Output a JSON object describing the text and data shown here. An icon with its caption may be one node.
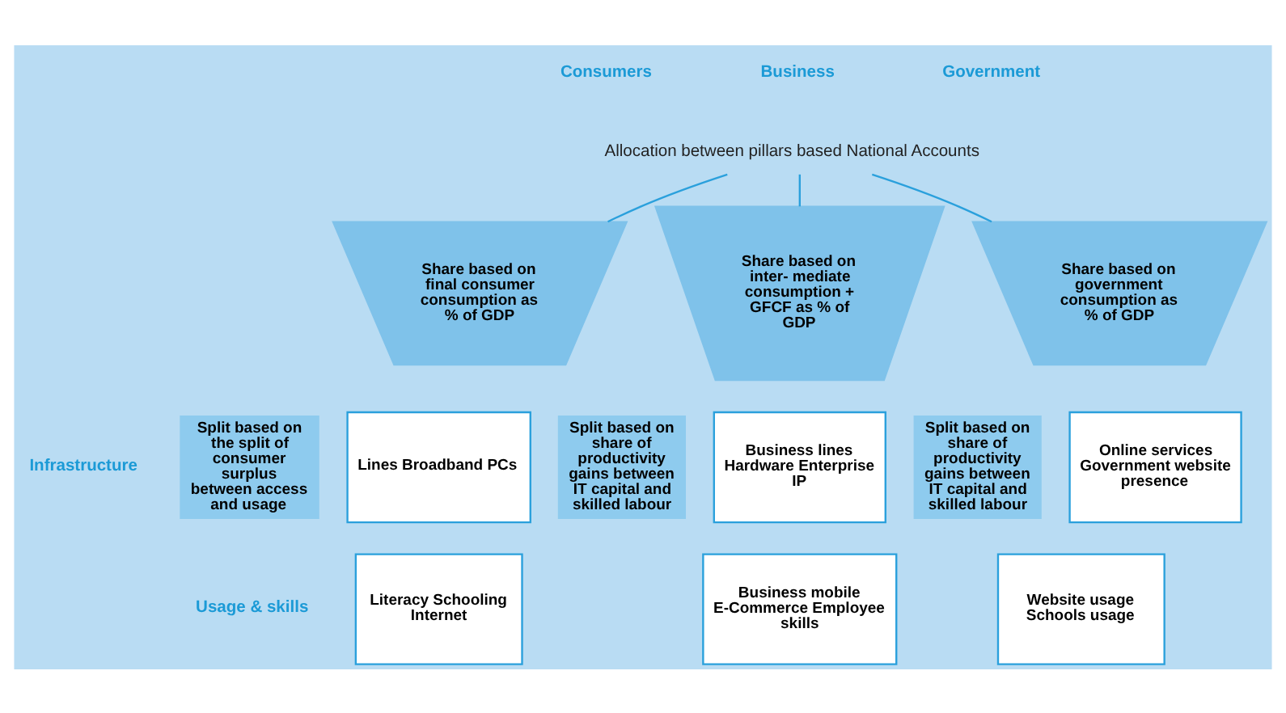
{
  "diagram": {
    "nodes": [
      {
        "text": [
          "Allocation between pillars based National Accounts"
        ]
      },
      {
        "text": [
          "Share based on final consumer consumption as % of GDP"
        ]
      },
      {
        "text": [
          "Share based on inter- mediate consumption + GFCF as % of GDP"
        ]
      },
      {
        "text": [
          "Share based on government consumption as % of GDP"
        ]
      },
      {
        "text": [
          "Split based on the split of consumer surplus between access and usage"
        ]
      },
      {
        "text": [
          "Lines Broadband PCs"
        ]
      },
      {
        "text": [
          "Literacy Schooling Internet"
        ]
      },
      {
        "text": [
          "Split based on share of productivity gains between IT capital and skilled labour"
        ]
      },
      {
        "text": [
          "Business lines Hardware Enterprise IP"
        ]
      },
      {
        "text": [
          "Business mobile E-Commerce Employee skills"
        ]
      },
      {
        "text": [
          "Split based on share of productivity gains between IT capital and skilled labour"
        ]
      },
      {
        "text": [
          "Online services Government website presence"
        ]
      },
      {
        "text": [
          "Website usage Schools usage"
        ]
      }
    ],
    "edges": [
      {
        "from": 0,
        "to": 1,
        "arrow": "none"
      },
      {
        "from": 0,
        "to": 2,
        "arrow": "none"
      },
      {
        "from": 0,
        "to": 3,
        "arrow": "none"
      }
    ],
    "labels": [
      "Consumers",
      "Business",
      "Government",
      "Infrastructure",
      "Usage & skills"
    ]
  }
}
